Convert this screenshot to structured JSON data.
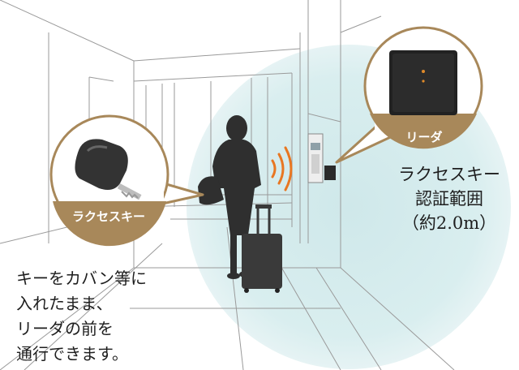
{
  "key_callout": {
    "label": "ラクセスキー"
  },
  "reader_callout": {
    "label": "リーダ"
  },
  "range_caption": {
    "line1": "ラクセスキー",
    "line2": "認証範囲",
    "line3": "（約2.0m）"
  },
  "instruction": {
    "line1": "キーをカバン等に",
    "line2": "入れたまま、",
    "line3": "リーダの前を",
    "line4": "通行できます。"
  },
  "colors": {
    "accent_gold": "#a8885a",
    "range_zone": "#d6ecee",
    "signal_orange": "#e87722"
  }
}
